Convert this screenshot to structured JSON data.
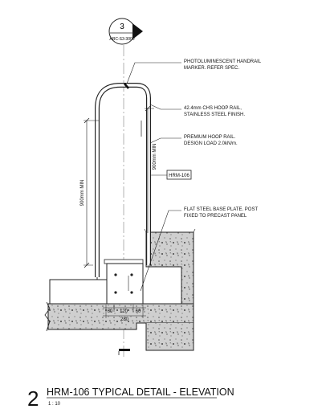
{
  "callout": {
    "number": "3",
    "sheet": "ARC-S3-3000"
  },
  "notes": [
    [
      "PHOTOLUMINESCENT HANDRAIL",
      "MARKER. REFER SPEC."
    ],
    [
      "42.4mm CHS HOOP RAIL,",
      "STAINLESS STEEL FINISH."
    ],
    [
      "PREMIUM HOOP RAIL.",
      "DESIGN LOAD 2.0kN/m."
    ],
    [
      "FLAT STEEL BASE PLATE. POST",
      "FIXED TO PRECAST PANEL"
    ]
  ],
  "tag_label": "HRM-106",
  "dimensions": {
    "height_outer": "900mm MIN",
    "height_inner": "900mm MIN",
    "base_segments": [
      "60",
      "120",
      "60"
    ],
    "base_total": "280"
  },
  "title": {
    "number": "2",
    "text": "HRM-106 TYPICAL DETAIL - ELEVATION",
    "scale": "1 : 10"
  },
  "colors": {
    "ink": "#222222",
    "concrete": "#bdbdbd",
    "background": "#ffffff"
  }
}
